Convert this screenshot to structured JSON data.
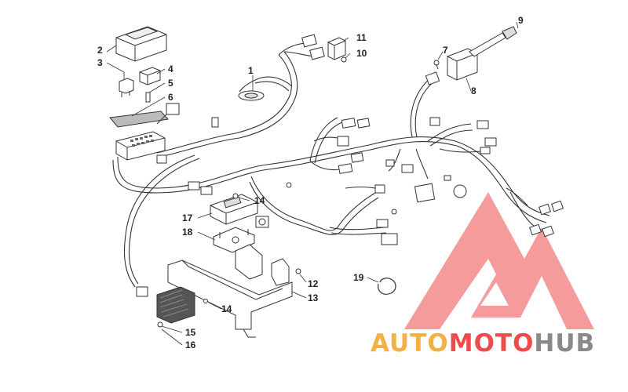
{
  "diagram": {
    "callouts": [
      {
        "id": "c1",
        "label": "1"
      },
      {
        "id": "c2",
        "label": "2"
      },
      {
        "id": "c3",
        "label": "3"
      },
      {
        "id": "c4",
        "label": "4"
      },
      {
        "id": "c5",
        "label": "5"
      },
      {
        "id": "c6",
        "label": "6"
      },
      {
        "id": "c7",
        "label": "7"
      },
      {
        "id": "c8",
        "label": "8"
      },
      {
        "id": "c9",
        "label": "9"
      },
      {
        "id": "c10",
        "label": "10"
      },
      {
        "id": "c11",
        "label": "11"
      },
      {
        "id": "c12",
        "label": "12"
      },
      {
        "id": "c13",
        "label": "13"
      },
      {
        "id": "c14a",
        "label": "14"
      },
      {
        "id": "c14b",
        "label": "14"
      },
      {
        "id": "c15",
        "label": "15"
      },
      {
        "id": "c16",
        "label": "16"
      },
      {
        "id": "c17",
        "label": "17"
      },
      {
        "id": "c18",
        "label": "18"
      },
      {
        "id": "c19",
        "label": "19"
      }
    ]
  },
  "watermark": {
    "part1": "AUTO",
    "part2": "MOTO",
    "part3": "HUB",
    "color_orange": "#f4b046",
    "color_red": "#ef4b4b",
    "color_gray": "#8a8a8a"
  }
}
